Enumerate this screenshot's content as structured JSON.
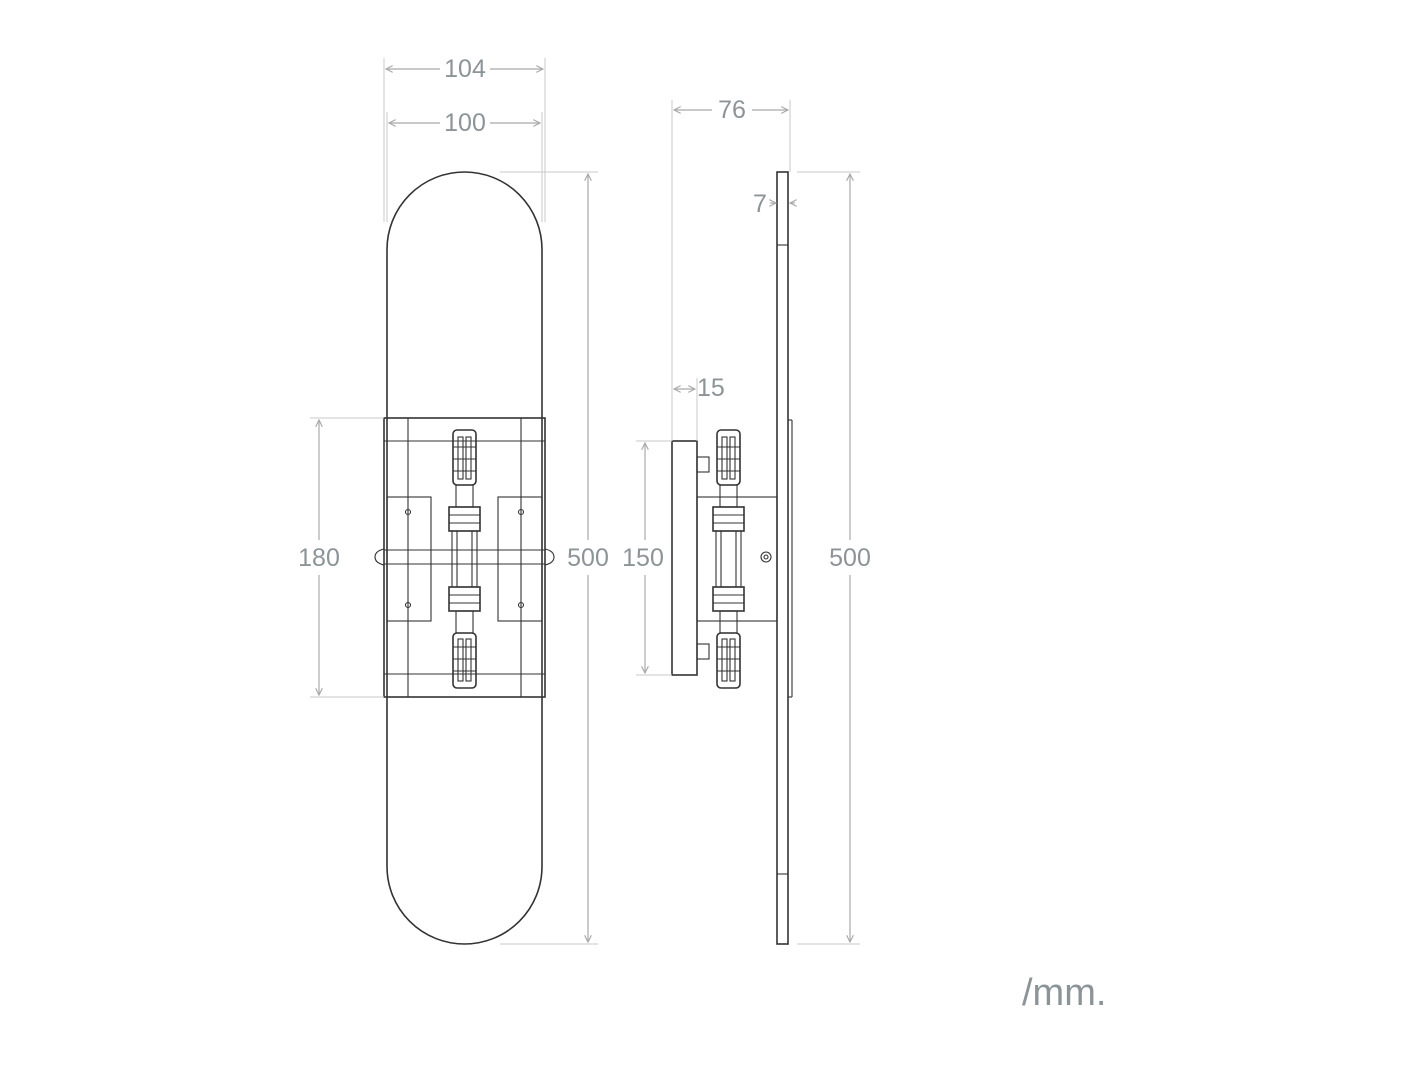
{
  "dimensions": {
    "front_total_width": "104",
    "front_shade_width": "100",
    "front_height": "500",
    "front_mount_height": "180",
    "side_depth": "76",
    "side_shade_thickness": "7",
    "side_backplate_depth": "15",
    "side_backplate_height": "150",
    "side_height": "500"
  },
  "unit": "/mm.",
  "colors": {
    "outline": "#333333",
    "dimension": "#a9a9a9",
    "label": "#8c9498"
  }
}
